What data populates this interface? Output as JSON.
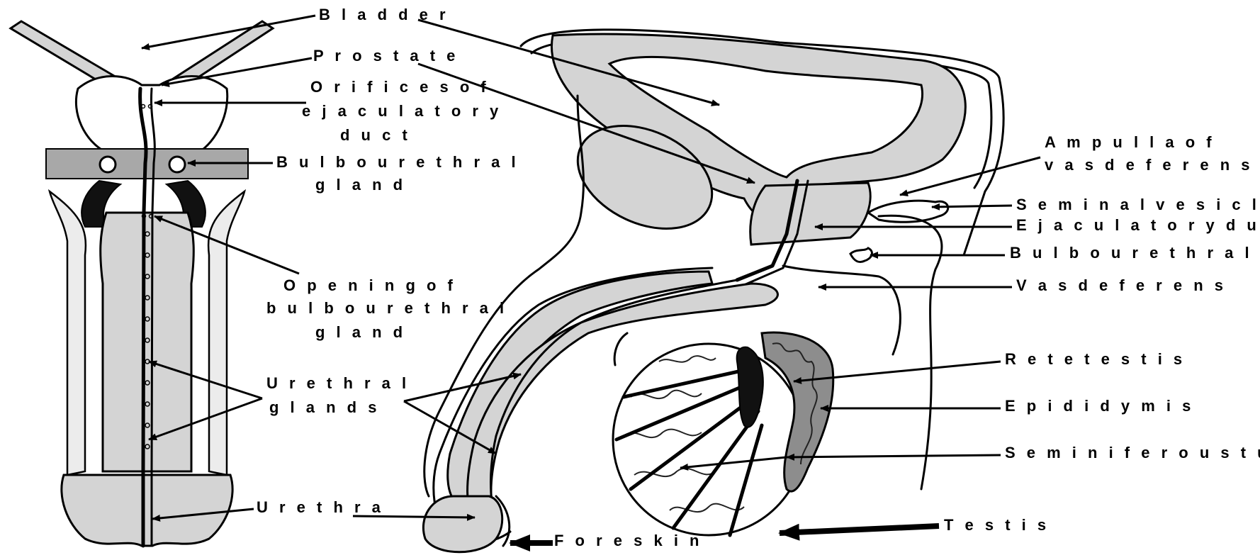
{
  "labels": {
    "bladder": "B l a d d e r",
    "prostate": "P r o s t a t e",
    "orifices_line1": "O r i f i c e s  o f",
    "orifices_line2": "e j a c u l a t o r y",
    "orifices_line3": "d u c t",
    "bulbourethral_line1": "B u l b o u r e t h r a l",
    "bulbourethral_line2": "g l a n d",
    "opening_line1": "O p e n i n g  o f",
    "opening_line2": "b u l b o u r e t h r a l",
    "opening_line3": "g l a n d",
    "urethral_line1": "U r e t h r a l",
    "urethral_line2": "g l a n d s",
    "urethra": "U r e t h r a",
    "foreskin": "F o r e s k i n",
    "ampulla_line1": "A m p u l l a  o f",
    "ampulla_line2": "v a s  d e f e r e n s",
    "seminal_vesicle": "S e m i n a l  v e s i c l e",
    "ejaculatory_duct": "E j a c u l a t o r y  d u c t",
    "bulbourethral_gland_right": "B u l b o u r e t h r a l  g l a n d",
    "vas_deferens": "V a s  d e f e r e n s",
    "rete_testis": "R e t e  t e s t i s",
    "epididymis": "E p i d i d y m i s",
    "seminiferous_tubule": "S e m i n i f e r o u s  t u b u l e",
    "testis": "T e s t i s"
  },
  "colors": {
    "tissue": "#d4d4d4",
    "dark_tissue": "#8d8d8d",
    "light_tissue": "#ececec",
    "ink": "#000000"
  }
}
